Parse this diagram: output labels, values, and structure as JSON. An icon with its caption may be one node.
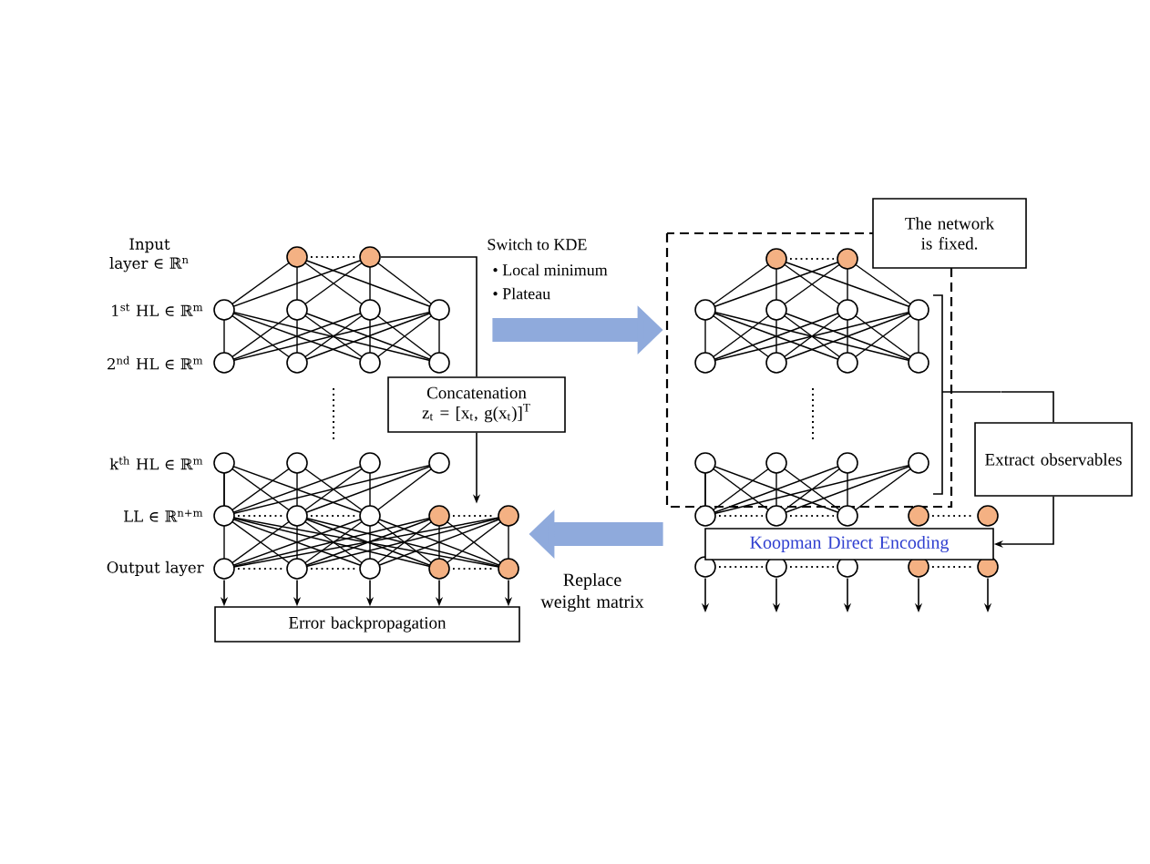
{
  "diagram": {
    "nodes": [
      {
        "text": [],
        "shape": "picture",
        "beside": [
          "Input layer ∈ ℝ$^{n}$",
          "1$^{st}$ HL ∈ ℝ$^{m}$",
          "2$^{nd}$ HL ∈ ℝ$^{m}$",
          "k$^{th}$ HL ∈ ℝ$^{m}$",
          "LL ∈ ℝ$^{n+m}$",
          "Output layer"
        ]
      },
      {
        "text": [
          "Concatenation",
          "z$_{t}$ = [x$_{t}$, g(x$_{t}$)]$^{T}$"
        ]
      },
      {
        "text": [
          "Error backpropagation"
        ]
      },
      {
        "text": [],
        "shape": "picture"
      },
      {
        "text": [
          "The network is fixed."
        ]
      },
      {
        "text": [
          "Extract observables"
        ]
      },
      {
        "text": [
          "Koopman Direct Encoding"
        ],
        "in": 3
      }
    ],
    "edges": [
      {
        "from": 0,
        "to": 3,
        "arrow": "to",
        "style": "thick",
        "color": "#8faadc"
      },
      {
        "from": 3,
        "to": 0,
        "arrow": "to",
        "style": "thick",
        "color": "#8faadc",
        "label": "Replace weight matrix"
      },
      {
        "from": 0,
        "to": 1,
        "arrow": "none"
      },
      {
        "from": 1,
        "to": 0,
        "arrow": "to"
      },
      {
        "from": 3,
        "to": 5,
        "arrow": "none"
      },
      {
        "from": 5,
        "to": 6,
        "arrow": "to"
      },
      {
        "from": 0,
        "to": 2,
        "arrow": "to"
      },
      {
        "from": 0,
        "to": 2,
        "arrow": "to"
      },
      {
        "from": 0,
        "to": 2,
        "arrow": "to"
      },
      {
        "from": 0,
        "to": 2,
        "arrow": "to"
      },
      {
        "from": 0,
        "to": 2,
        "arrow": "to"
      },
      {
        "from": 3,
        "to": null,
        "arrow": "to"
      },
      {
        "from": 3,
        "to": null,
        "arrow": "to"
      },
      {
        "from": 3,
        "to": null,
        "arrow": "to"
      },
      {
        "from": 3,
        "to": null,
        "arrow": "to"
      },
      {
        "from": 3,
        "to": null,
        "arrow": "to"
      }
    ],
    "labels": [
      "Switch to KDE",
      "• Local minimum",
      "• Plateau"
    ]
  }
}
